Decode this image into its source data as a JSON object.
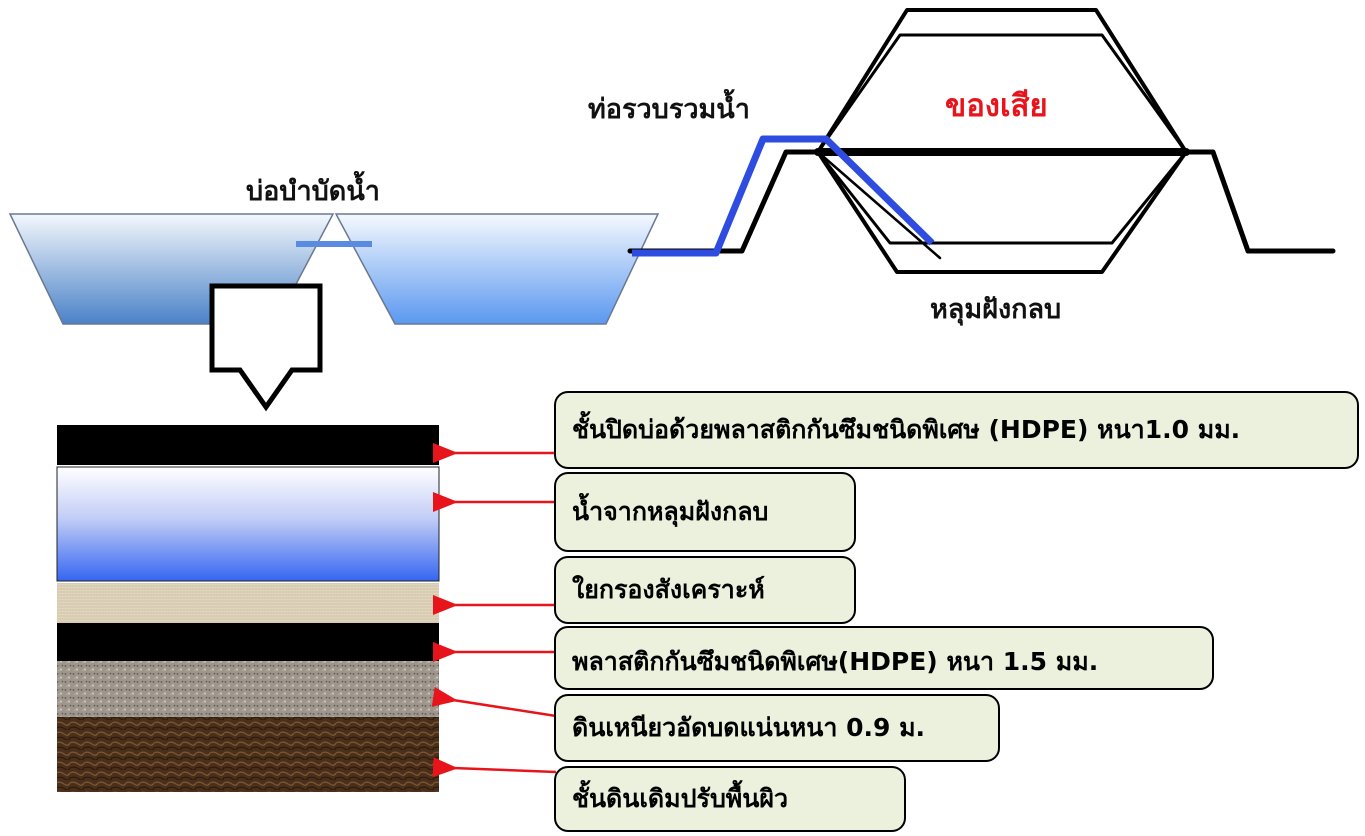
{
  "labels": {
    "collection_pipe": "ท่อรวบรวมน้ำ",
    "waste": "ของเสีย",
    "treatment_pond": "บ่อบำบัดน้ำ",
    "landfill_pit": "หลุมฝังกลบ"
  },
  "layers": [
    {
      "id": "hdpe-cover",
      "text": "ชั้นปิดบ่อด้วยพลาสติกกันซึมชนิดพิเศษ (HDPE) หนา1.0 มม."
    },
    {
      "id": "leachate",
      "text": "น้ำจากหลุมฝังกลบ"
    },
    {
      "id": "geotextile",
      "text": "ใยกรองสังเคราะห์"
    },
    {
      "id": "hdpe-liner",
      "text": "พลาสติกกันซึมชนิดพิเศษ(HDPE) หนา 1.5 มม."
    },
    {
      "id": "compacted-clay",
      "text": "ดินเหนียวอัดบดแน่นหนา 0.9 ม."
    },
    {
      "id": "original-soil",
      "text": "ชั้นดินเดิมปรับพื้นผิว"
    }
  ],
  "colors": {
    "pipe": "#2f4ce0",
    "waste_label": "#e8141b",
    "arrow": "#e8141b",
    "callout_bg": "#ebf1dd"
  }
}
